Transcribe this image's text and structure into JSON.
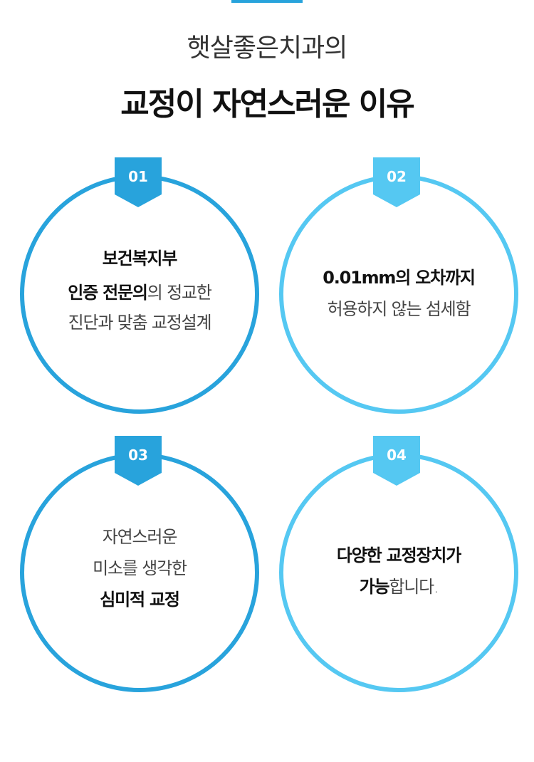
{
  "colors": {
    "dark_blue": "#28a3dc",
    "light_blue": "#55c8f2"
  },
  "header": {
    "subtitle": "햇살좋은치과의",
    "title": "교정이 자연스러운 이유"
  },
  "cards": [
    {
      "number": "01",
      "lines": [
        [
          "보건복지부",
          ""
        ],
        [
          "인증 전문의",
          "의 정교한"
        ],
        [
          "",
          "진단과 맞춤 교정설계"
        ]
      ]
    },
    {
      "number": "02",
      "lines": [
        [
          "0.01mm의 오차까지",
          ""
        ],
        [
          "",
          "허용하지 않는 섬세함"
        ]
      ]
    },
    {
      "number": "03",
      "lines": [
        [
          "",
          "자연스러운"
        ],
        [
          "",
          "미소를 생각한"
        ],
        [
          "심미적 교정",
          ""
        ]
      ]
    },
    {
      "number": "04",
      "lines": [
        [
          "다양한 교정장치가",
          ""
        ],
        [
          "가능",
          "합니다."
        ]
      ]
    }
  ]
}
